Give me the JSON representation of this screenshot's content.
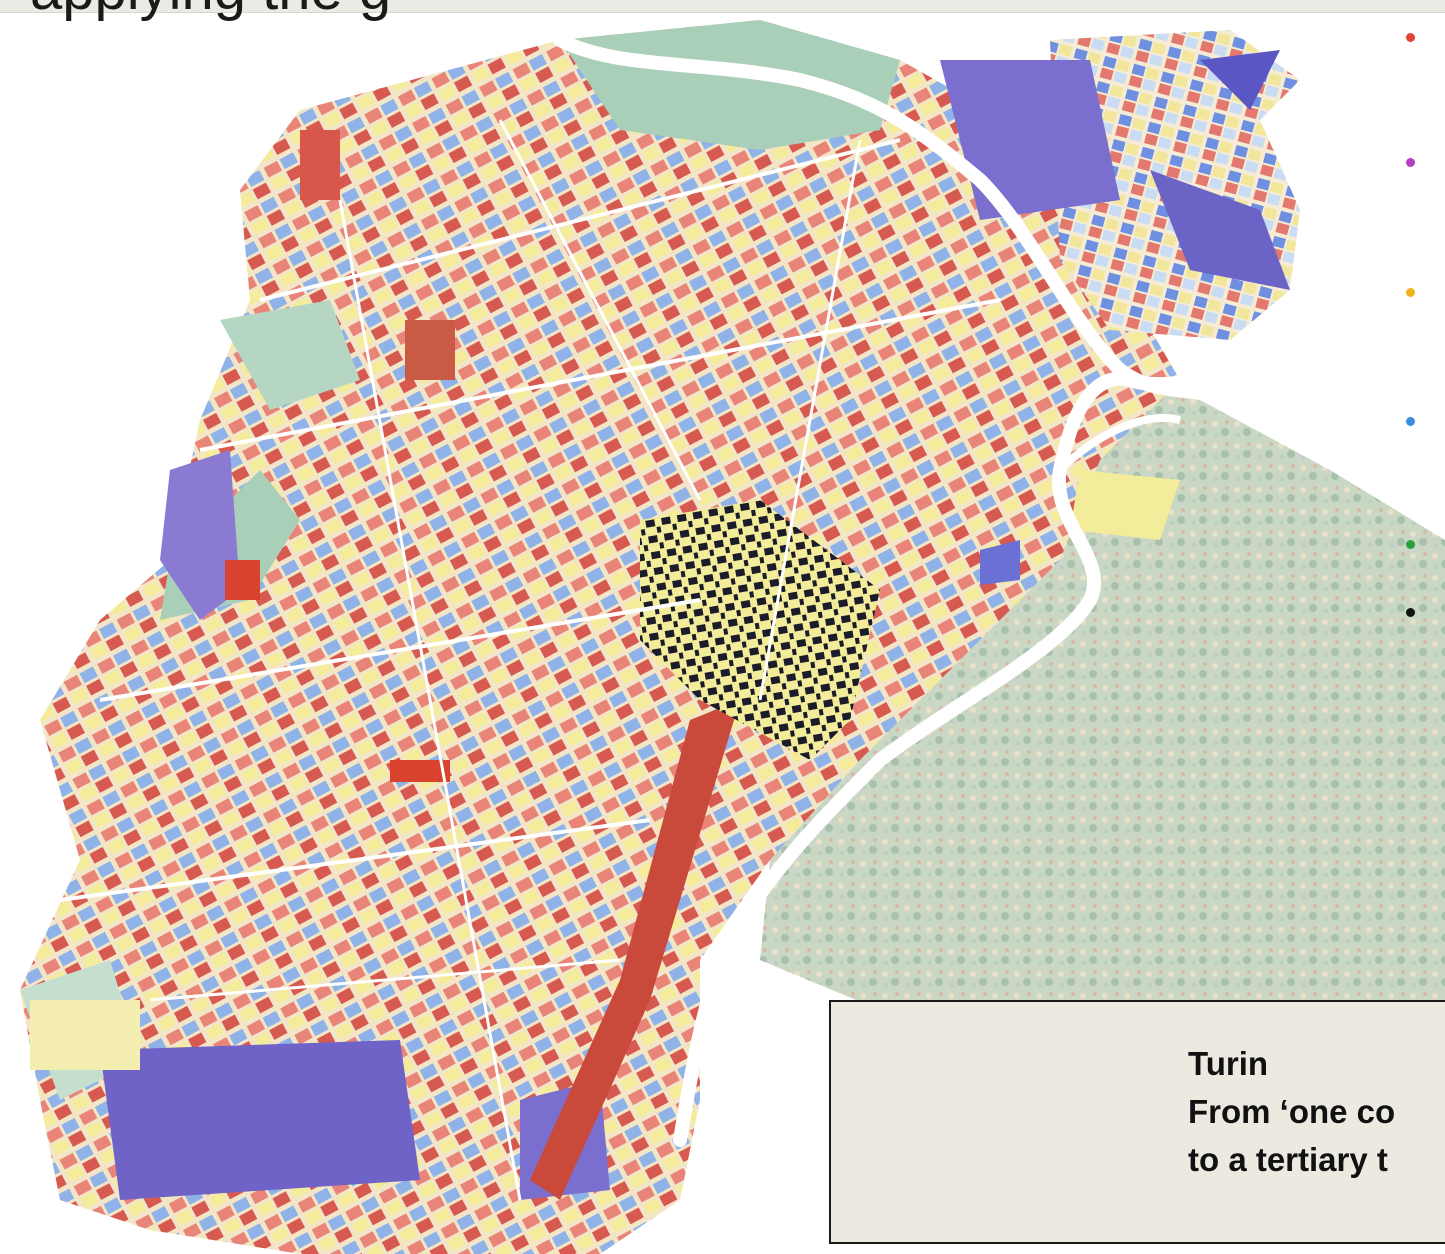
{
  "title_fragment": "applying the g",
  "legend": {
    "dots": [
      {
        "name": "red",
        "color": "#e3432f"
      },
      {
        "name": "purple",
        "color": "#b43fc0"
      },
      {
        "name": "yellow",
        "color": "#f2b21c"
      },
      {
        "name": "blue",
        "color": "#3b8de0"
      },
      {
        "name": "green",
        "color": "#2aa13a"
      },
      {
        "name": "black",
        "color": "#111111"
      }
    ]
  },
  "caption": {
    "line1": "Turin",
    "line2": "From ‘one co",
    "line3": "to a tertiary t"
  },
  "map_colors": {
    "river": "#ffffff",
    "green": "#a9cfb9",
    "purple": "#7a6fcf",
    "red": "#d8574a",
    "yellow": "#f3ec9a",
    "blue": "#4f78d8",
    "black": "#1b1b2a",
    "cream": "#f5edd8"
  }
}
